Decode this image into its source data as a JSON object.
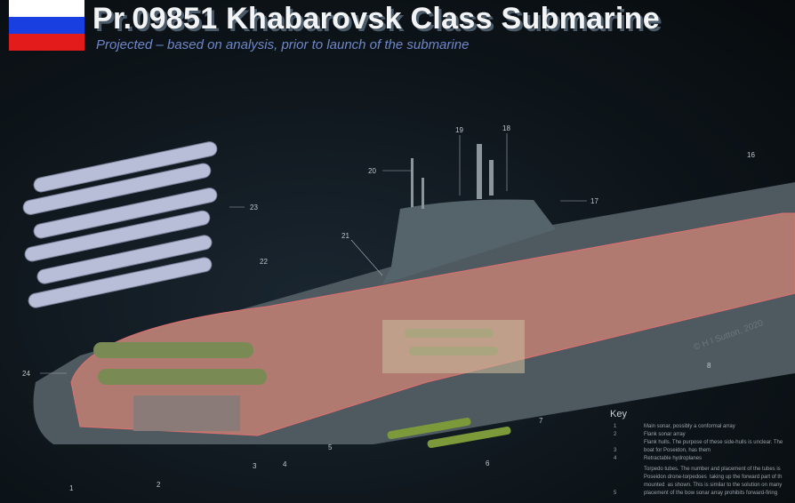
{
  "header": {
    "title": "Pr.09851 Khabarovsk Class Submarine",
    "subtitle": "Projected – based on analysis, prior to launch of the submarine"
  },
  "colors": {
    "flag": [
      "#ffffff",
      "#1a3fe0",
      "#e31b1b"
    ],
    "hull": "#4e5a60",
    "cutaway": "#b07a70"
  },
  "callouts": [
    "1",
    "2",
    "3",
    "4",
    "5",
    "6",
    "7",
    "8",
    "16",
    "17",
    "18",
    "19",
    "20",
    "21",
    "22",
    "23",
    "24"
  ],
  "watermark": "© H I Sutton, 2020",
  "key": {
    "title": "Key",
    "items": [
      {
        "n": "1",
        "t": "Main sonar, possibly a conformal array"
      },
      {
        "n": "2",
        "t": "Flank sonar array"
      },
      {
        "n": "",
        "t": "Flank hulls. The purpose of these side-hulls is unclear. The"
      },
      {
        "n": "3",
        "t": "boat for Poseidon, has them"
      },
      {
        "n": "4",
        "t": "Retractable hydroplanes"
      },
      {
        "n": "",
        "t": "Torpedo tubes. The number and placement of the tubes is"
      },
      {
        "n": "",
        "t": "Poseidon drone-torpedoes  taking up the forward part of th"
      },
      {
        "n": "",
        "t": "mounted  as shown. This is similar to the solution on many"
      },
      {
        "n": "5",
        "t": "placement of the bow sonar array prohibits forward-firing"
      }
    ]
  }
}
